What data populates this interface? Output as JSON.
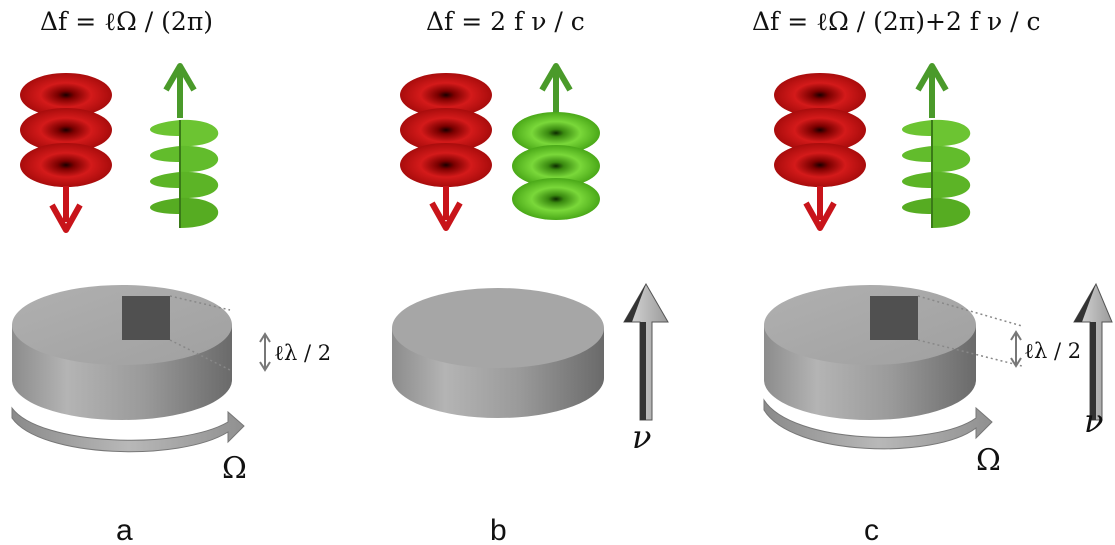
{
  "panels": [
    {
      "label": "a",
      "formula": "Δf = ℓΩ / (2π)",
      "dimension": "ℓλ / 2",
      "rotation_symbol": "Ω",
      "velocity_symbol": ""
    },
    {
      "label": "b",
      "formula": "Δf = 2 f ν / c",
      "dimension": "",
      "rotation_symbol": "",
      "velocity_symbol": "ν"
    },
    {
      "label": "c",
      "formula": "Δf = ℓΩ / (2π)+2 f ν / c",
      "dimension": "ℓλ / 2",
      "rotation_symbol": "Ω",
      "velocity_symbol": "ν"
    }
  ],
  "colors": {
    "incident_beam": "#c8141a",
    "reflected_beam": "#5cc428",
    "disk": "#a8a8a8",
    "notch": "#505050",
    "arrow": "#bdbdbd"
  }
}
